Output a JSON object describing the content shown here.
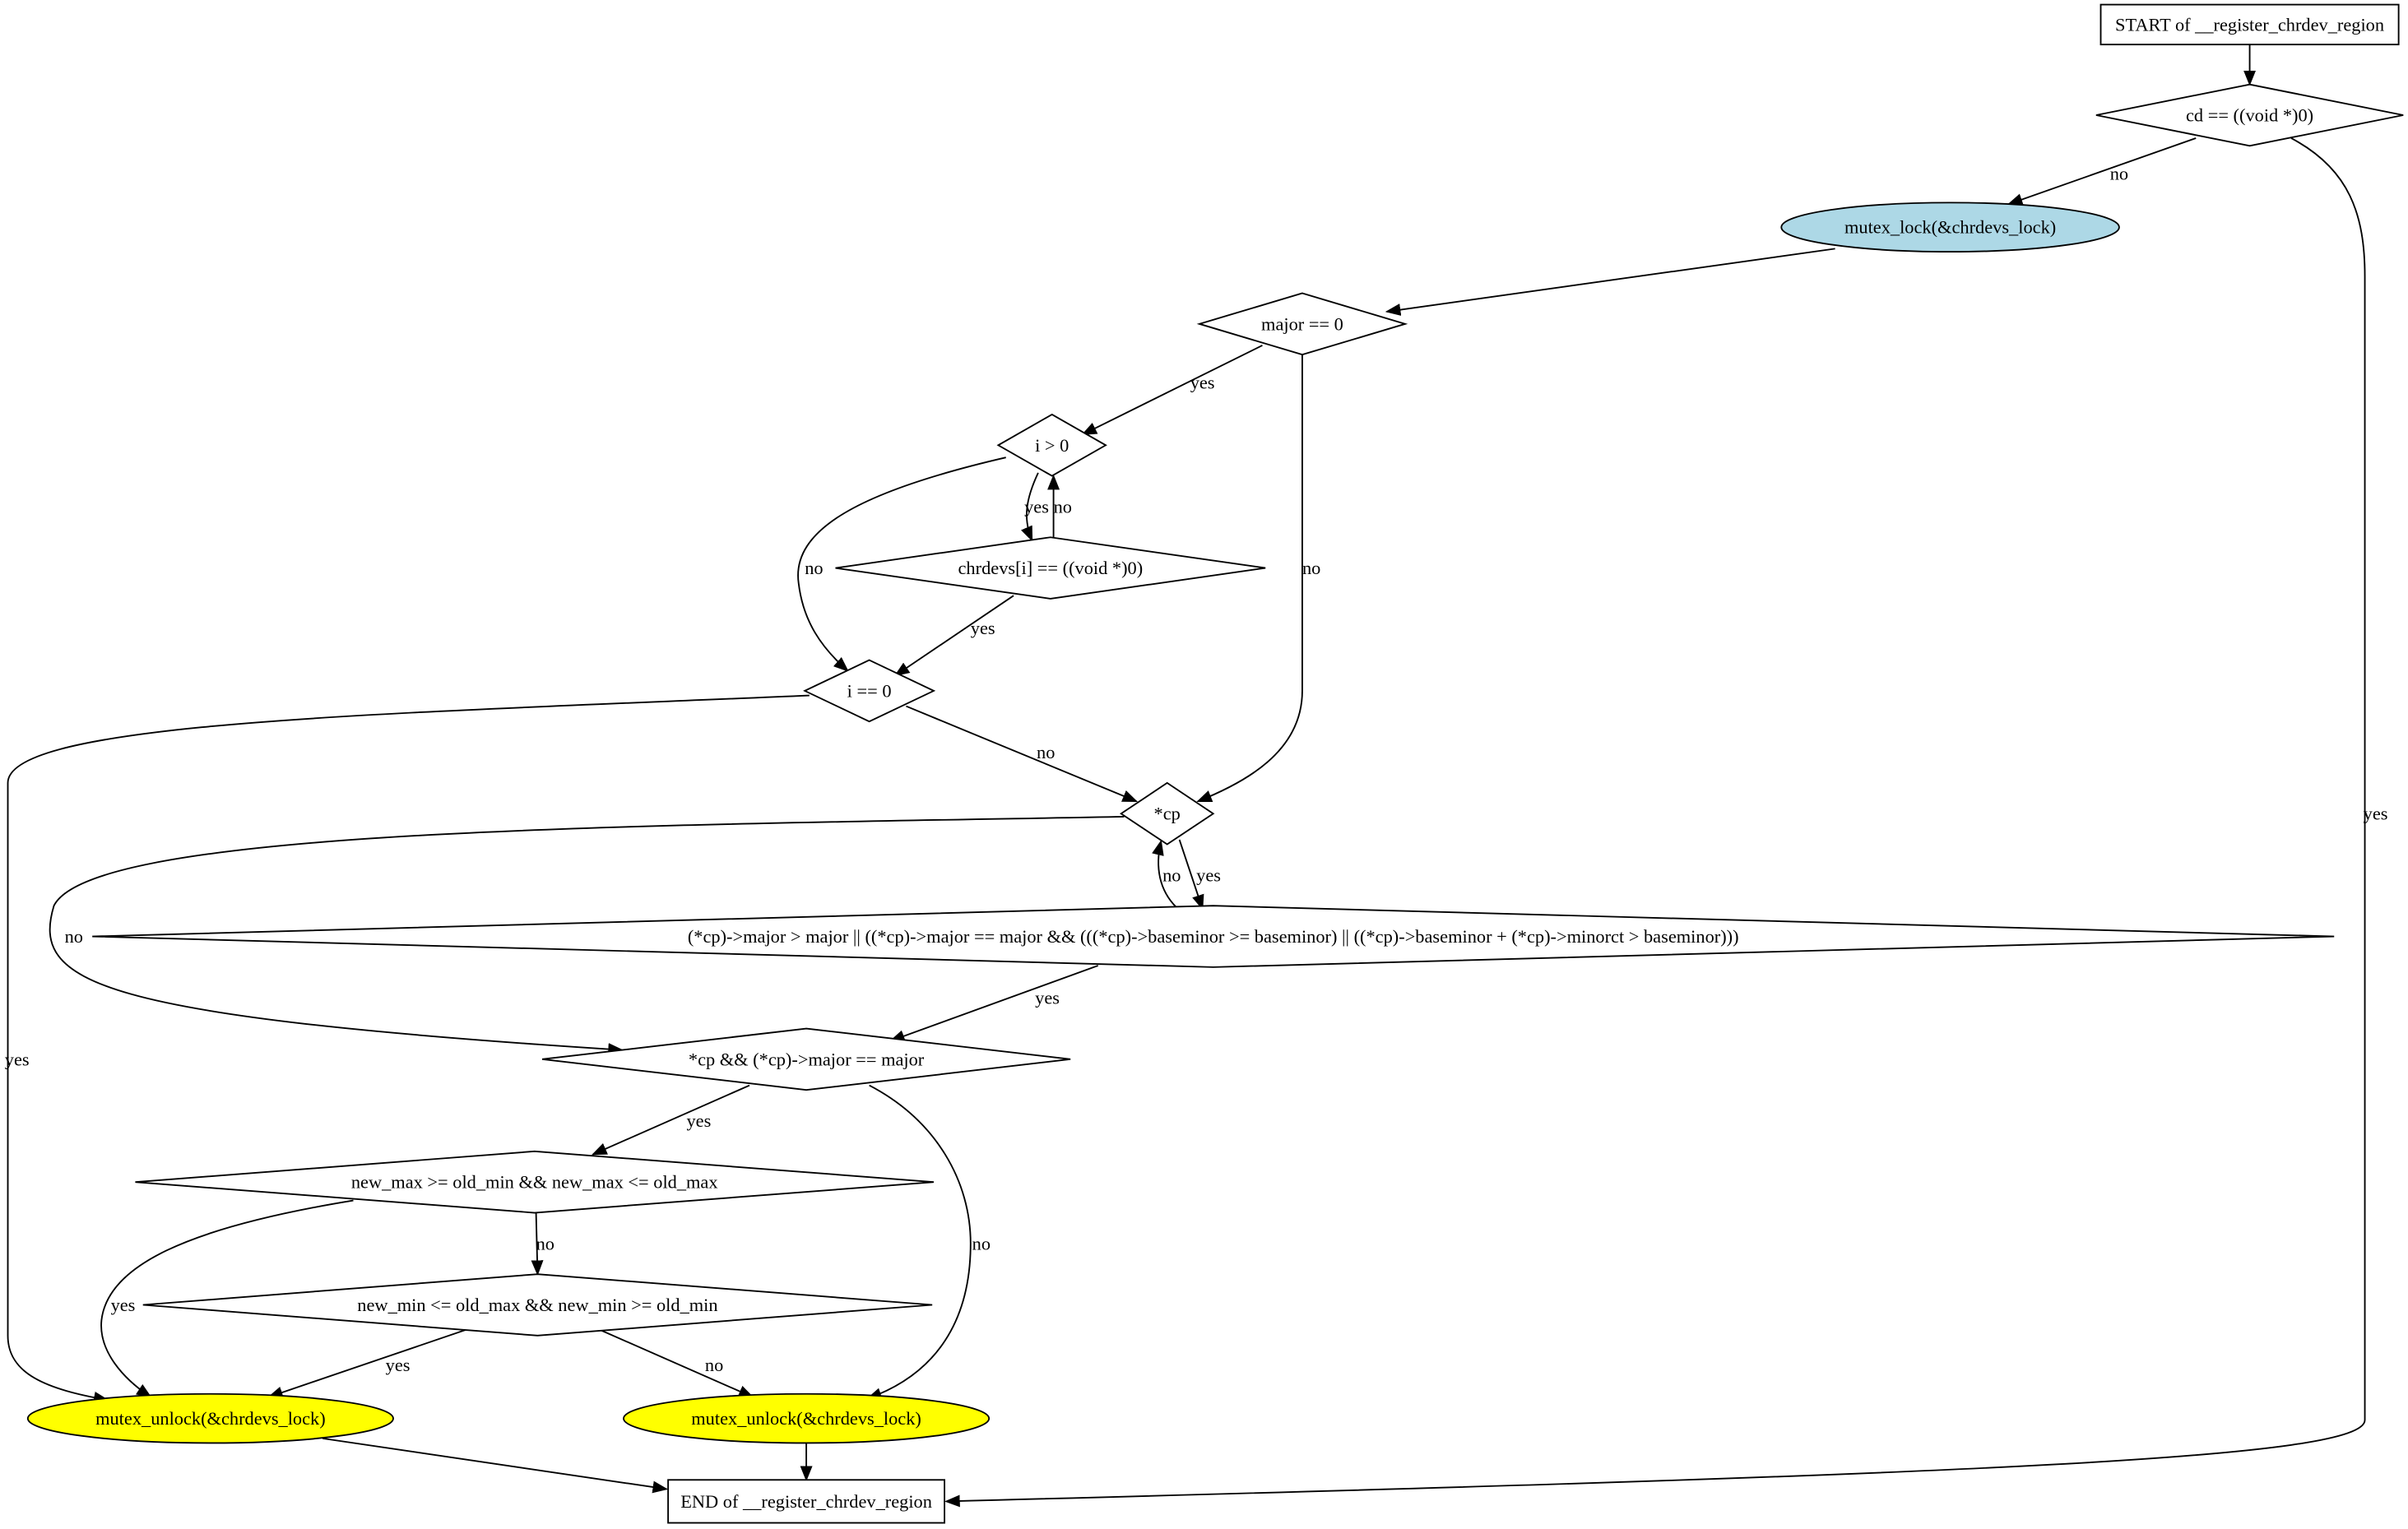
{
  "nodes": {
    "start": "START of __register_chrdev_region",
    "cd_null": "cd == ((void *)0)",
    "mutex_lock": "mutex_lock(&chrdevs_lock)",
    "major_zero": "major == 0",
    "i_gt_0": "i > 0",
    "chrdevs_null": "chrdevs[i] == ((void *)0)",
    "i_eq_0": "i == 0",
    "cp": "*cp",
    "big_cond": "(*cp)->major > major || ((*cp)->major == major && (((*cp)->baseminor >= baseminor) || ((*cp)->baseminor + (*cp)->minorct > baseminor)))",
    "cp_major": "*cp && (*cp)->major == major",
    "new_max": "new_max >= old_min && new_max <= old_max",
    "new_min": "new_min <= old_max && new_min >= old_min",
    "unlock1": "mutex_unlock(&chrdevs_lock)",
    "unlock2": "mutex_unlock(&chrdevs_lock)",
    "end": "END of __register_chrdev_region"
  },
  "edges": {
    "cd_no": "no",
    "cd_yes": "yes",
    "major_yes": "yes",
    "major_no": "no",
    "i_gt_yes": "yes",
    "chrdevs_no": "no",
    "i_gt_no": "no",
    "chrdevs_yes": "yes",
    "i_eq_yes": "yes",
    "i_eq_no": "no",
    "cp_yes": "yes",
    "big_no": "no",
    "cp_no": "no",
    "big_yes": "yes",
    "cpm_yes": "yes",
    "cpm_no": "no",
    "newmax_no": "no",
    "newmax_yes": "yes",
    "newmin_yes": "yes",
    "newmin_no": "no"
  },
  "colors": {
    "lock": "#add8e6",
    "unlock": "#ffff00"
  }
}
